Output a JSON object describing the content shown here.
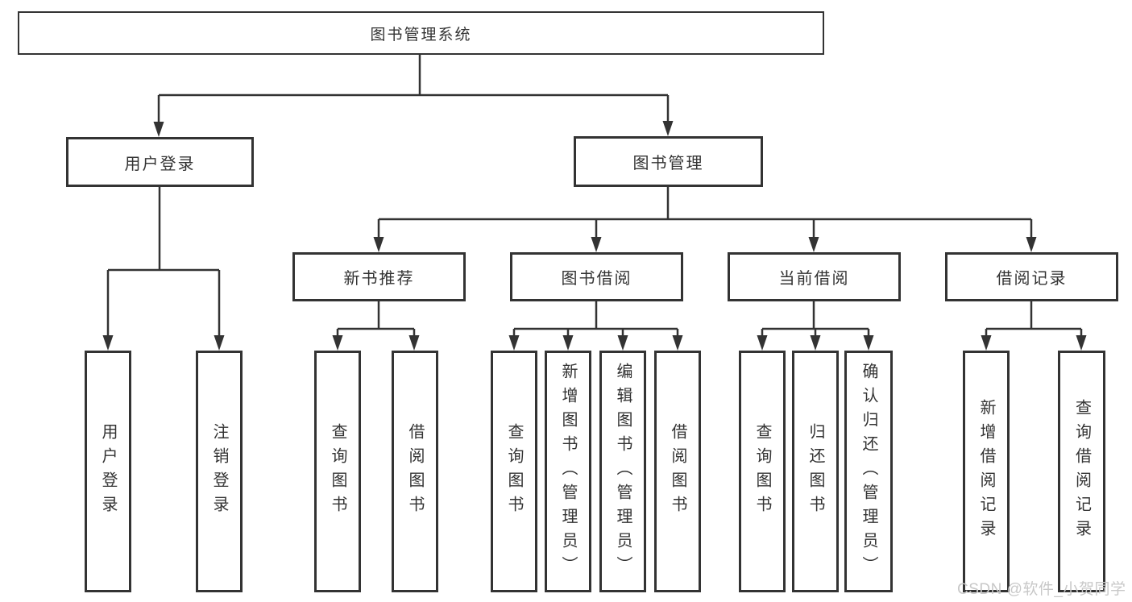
{
  "diagram": {
    "root": "图书管理系统",
    "level2": [
      "用户登录",
      "图书管理"
    ],
    "level3": [
      "新书推荐",
      "图书借阅",
      "当前借阅",
      "借阅记录"
    ],
    "leaves": {
      "user_login": [
        "用户登录",
        "注销登录"
      ],
      "new_book": [
        "查询图书",
        "借阅图书"
      ],
      "book_borrow": [
        "查询图书",
        "新增图书（管理员）",
        "编辑图书（管理员）",
        "借阅图书"
      ],
      "current_borrow": [
        "查询图书",
        "归还图书",
        "确认归还（管理员）"
      ],
      "borrow_record": [
        "新增借阅记录",
        "查询借阅记录"
      ]
    }
  },
  "watermark": {
    "text": "CSDN @软件_小贺同学"
  },
  "colors": {
    "line": "#333333",
    "text": "#333333",
    "background": "#ffffff",
    "watermark": "#c8c8c8"
  }
}
